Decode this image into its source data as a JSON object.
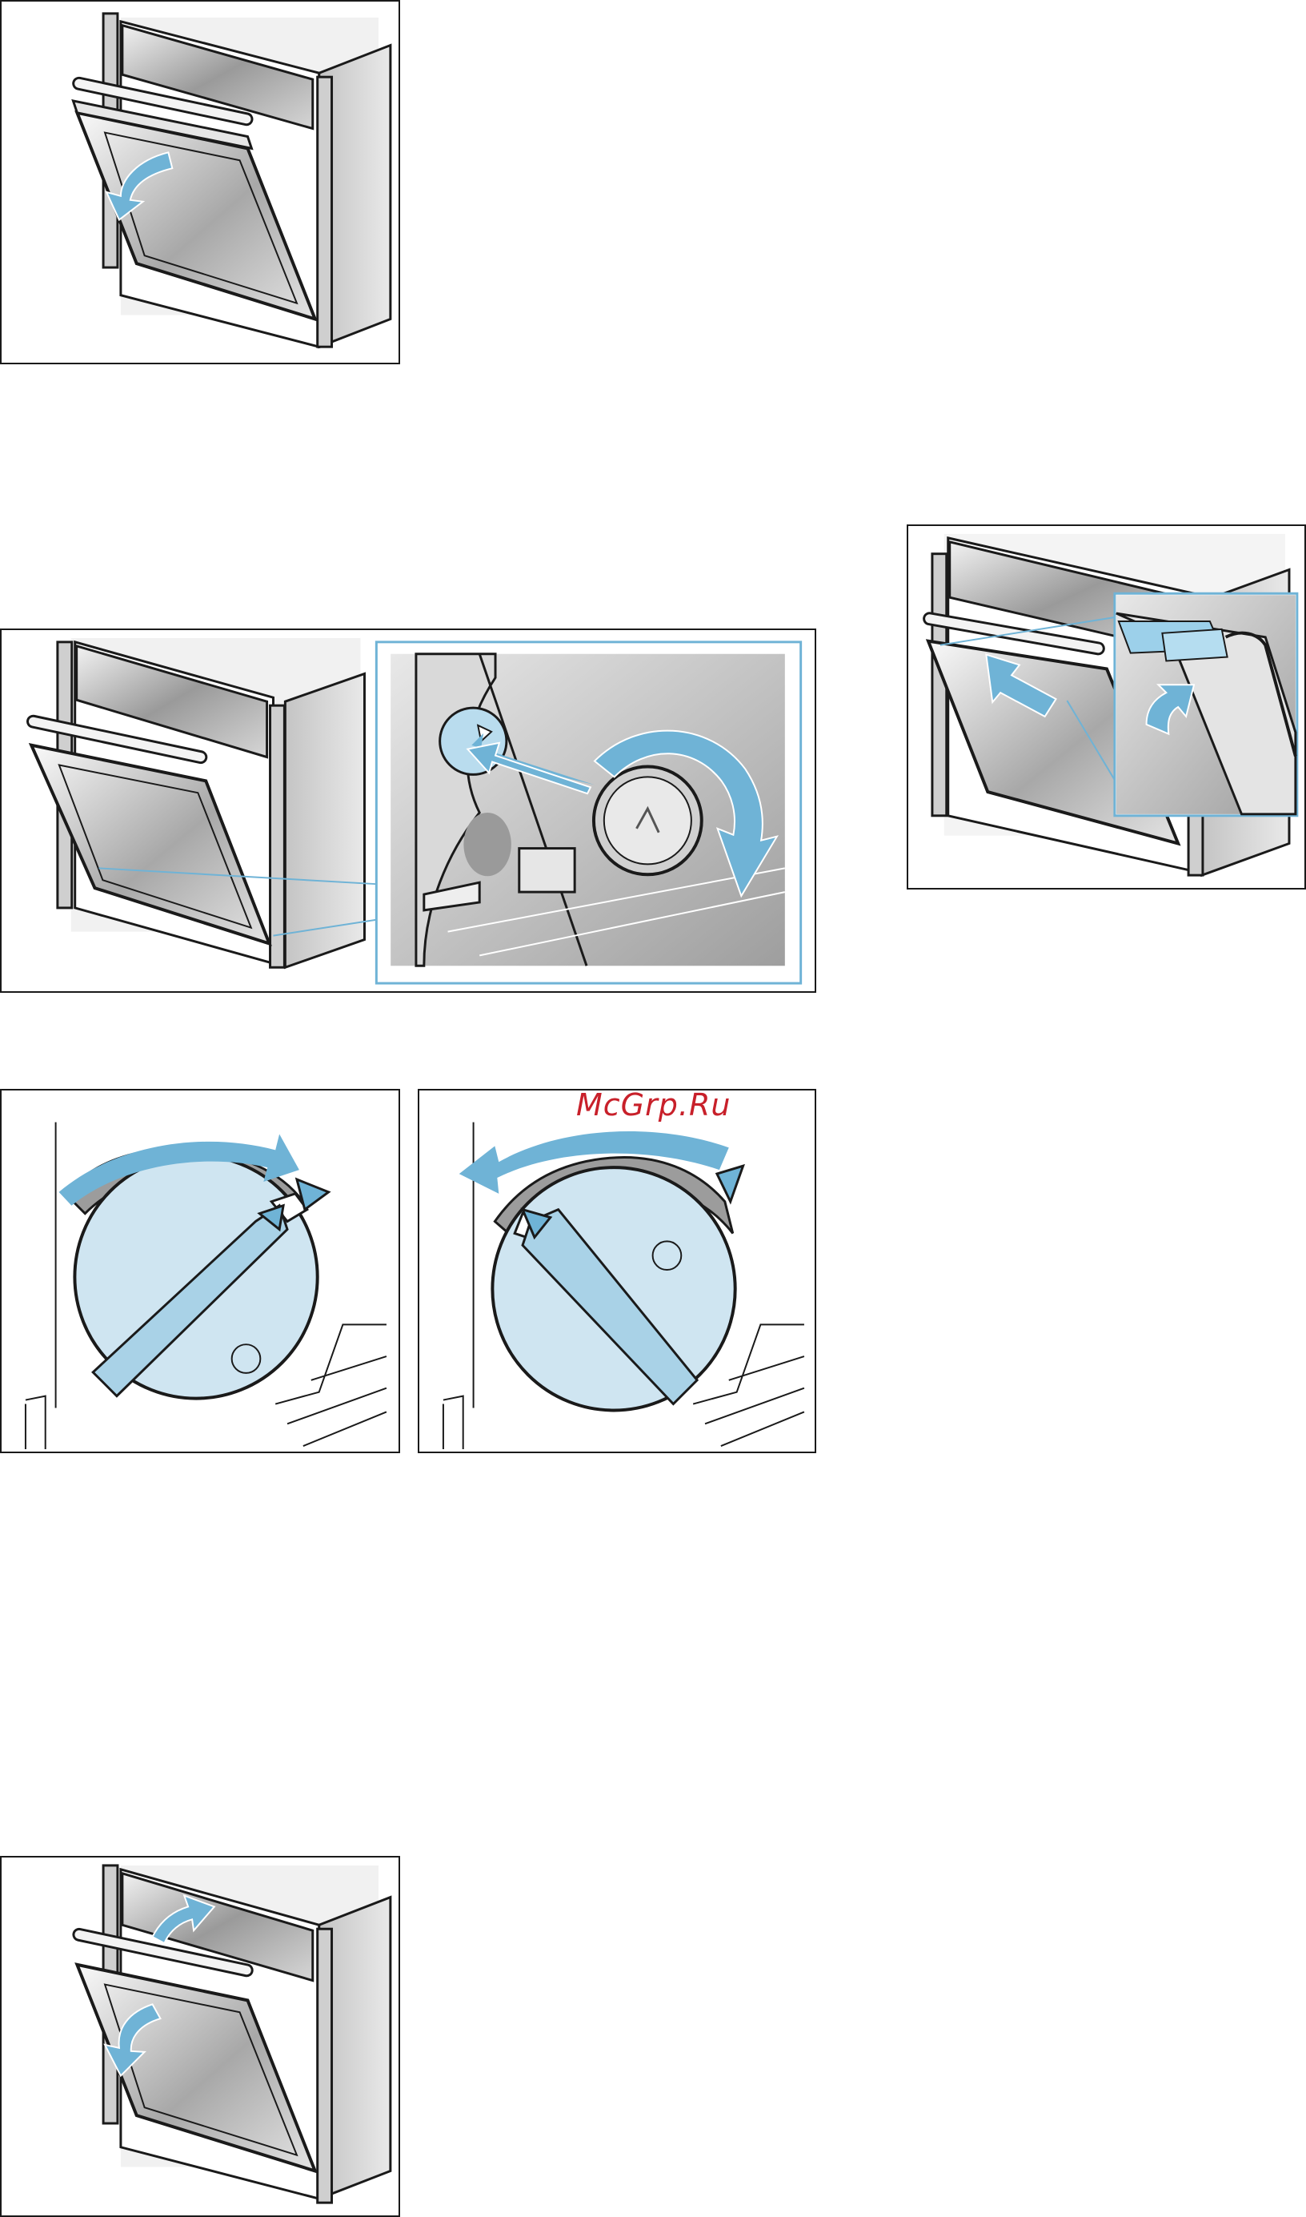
{
  "watermark": {
    "text": "McGrp.Ru"
  },
  "colors": {
    "accent_blue": "#6fb3d6",
    "dial_fill": "#cfe5f1",
    "steel": "#bdbdbd",
    "outline": "#1a1a1a"
  },
  "figures": [
    {
      "id": "fig-door-open",
      "icons": [
        "oven-icon",
        "arrow-down-icon"
      ]
    },
    {
      "id": "fig-door-lock-lever",
      "icons": [
        "oven-icon",
        "hinge-lever-icon",
        "arrow-rotate-icon"
      ]
    },
    {
      "id": "fig-door-lift",
      "icons": [
        "oven-icon",
        "arrow-up-icon",
        "hinge-clip-icon"
      ]
    },
    {
      "id": "fig-dial-clockwise",
      "icons": [
        "lock-dial-icon",
        "arrow-clockwise-icon"
      ]
    },
    {
      "id": "fig-dial-anticlockwise",
      "icons": [
        "lock-dial-icon",
        "arrow-anticlockwise-icon"
      ]
    },
    {
      "id": "fig-door-close",
      "icons": [
        "oven-icon",
        "arrow-up-icon",
        "arrow-down-icon"
      ]
    }
  ]
}
